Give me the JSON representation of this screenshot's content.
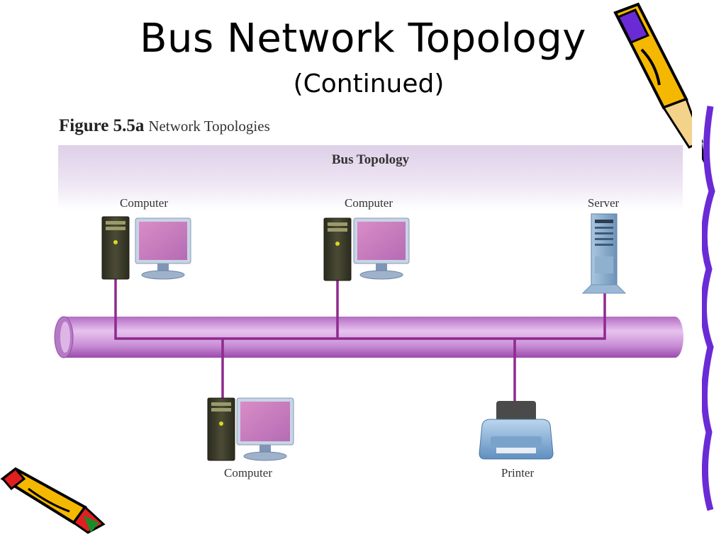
{
  "slide": {
    "title": "Bus Network Topology",
    "subtitle": "(Continued)"
  },
  "figure": {
    "number": "Figure 5.5a",
    "caption": "Network Topologies",
    "panel_title": "Bus Topology"
  },
  "devices": [
    {
      "label": "Computer",
      "type": "computer-icon"
    },
    {
      "label": "Computer",
      "type": "computer-icon"
    },
    {
      "label": "Server",
      "type": "server-icon"
    },
    {
      "label": "Computer",
      "type": "computer-icon"
    },
    {
      "label": "Printer",
      "type": "printer-icon"
    }
  ],
  "colors": {
    "bus": "#c98fd6",
    "bus_line": "#8e2a8e",
    "monitor_screen": "#c478b8",
    "tower": "#3a3a2a",
    "accent_pencil": "#f5b800",
    "border_wave": "#6a2bd6"
  }
}
